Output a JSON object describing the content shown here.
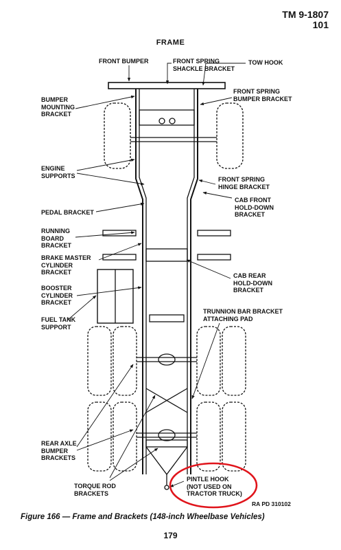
{
  "header": {
    "doc": "TM 9-1807",
    "page_ref": "101"
  },
  "title": "FRAME",
  "labels": {
    "front_bumper": "FRONT BUMPER",
    "front_spring_shackle": "FRONT SPRING\nSHACKLE BRACKET",
    "tow_hook": "TOW HOOK",
    "bumper_mounting": "BUMPER\nMOUNTING\nBRACKET",
    "front_spring_bumper": "FRONT SPRING\nBUMPER BRACKET",
    "engine_supports": "ENGINE\nSUPPORTS",
    "front_spring_hinge": "FRONT SPRING\nHINGE BRACKET",
    "cab_front": "CAB FRONT\nHOLD-DOWN\nBRACKET",
    "pedal_bracket": "PEDAL BRACKET",
    "running_board": "RUNNING\nBOARD\nBRACKET",
    "brake_master": "BRAKE MASTER\nCYLINDER\nBRACKET",
    "cab_rear": "CAB REAR\nHOLD-DOWN\nBRACKET",
    "booster_cylinder": "BOOSTER\nCYLINDER\nBRACKET",
    "fuel_tank": "FUEL TANK\nSUPPORT",
    "trunnion_bar": "TRUNNION BAR BRACKET\nATTACHING PAD",
    "rear_axle_bumper": "REAR AXLE\nBUMPER\nBRACKETS",
    "pintle_hook": "PINTLE HOOK\n(NOT USED ON\nTRACTOR TRUCK)",
    "torque_rod": "TORQUE ROD\nBRACKETS"
  },
  "ra_pd": "RA PD 310102",
  "caption": "Figure 166 — Frame and Brackets (148-inch Wheelbase Vehicles)",
  "page_number": "179",
  "colors": {
    "ink": "#111111",
    "highlight": "#e0141b"
  }
}
